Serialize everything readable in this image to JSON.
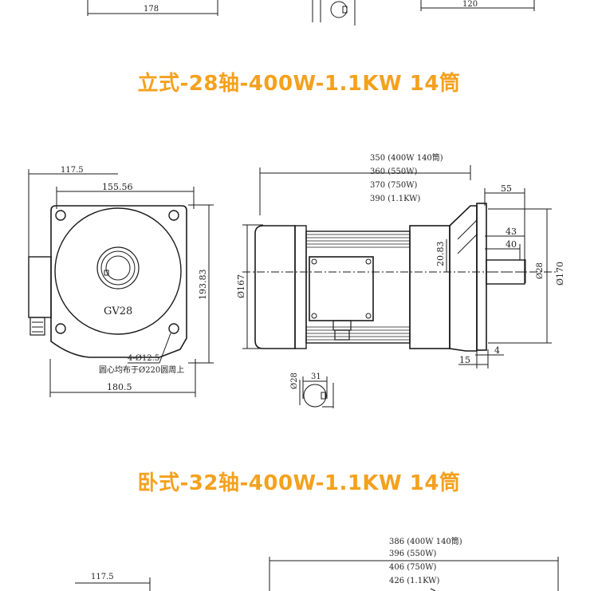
{
  "colors": {
    "title": "#F4A11E",
    "line": "#1a1a1a",
    "gray": "#7a7a7a"
  },
  "top_partial": {
    "dim_left": "178",
    "dim_right": "120"
  },
  "section1": {
    "title": "立式-28轴-400W-1.1KW 14筒",
    "front_view": {
      "dim_117": "117.5",
      "dim_155": "155.56",
      "dim_193": "193.83",
      "dim_180": "180.5",
      "label_gv": "GV28",
      "hole_note_1": "4-Ø12.5",
      "hole_note_2": "圆心均布于Ø220圆周上"
    },
    "side_view": {
      "length_lines": [
        "350 (400W 140筒)",
        "360 (550W)",
        "370 (750W)",
        "390 (1.1KW)"
      ],
      "dim_55": "55",
      "dim_43": "43",
      "dim_40": "40",
      "dim_2083": "20.83",
      "dim_167": "Ø167",
      "dim_28": "Ø28",
      "dim_170": "Ø170",
      "dim_4": "4",
      "dim_15": "15"
    },
    "shaft_detail": {
      "dim_31": "31",
      "dim_28": "Ø28"
    }
  },
  "section2": {
    "title": "卧式-32轴-400W-1.1KW 14筒",
    "dim_117": "117.5",
    "length_lines": [
      "386 (400W 140筒)",
      "396 (550W)",
      "406 (750W)",
      "426 (1.1KW)"
    ]
  }
}
